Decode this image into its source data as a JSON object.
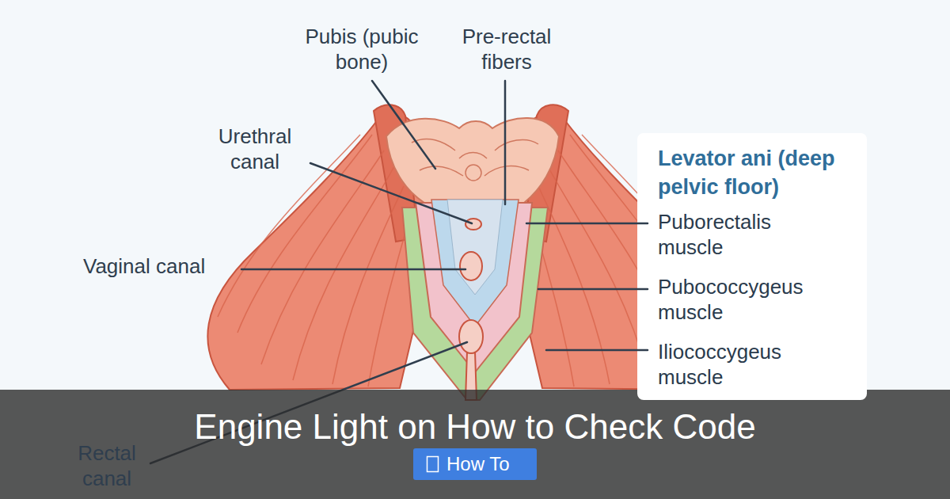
{
  "diagram": {
    "title": "Engine Light on How to Check Code",
    "nodes": [
      {
        "text": [
          "Levator ani (deep pelvic floor)",
          "Puborectalis muscle",
          "Pubococcygeus muscle",
          "Iliococcygeus muscle"
        ]
      },
      {
        "text": [
          "How To"
        ]
      }
    ],
    "labels": [
      "Pubis (pubic bone)",
      "Pre-rectal fibers",
      "Urethral canal",
      "Vaginal canal",
      "Rectal canal"
    ]
  }
}
